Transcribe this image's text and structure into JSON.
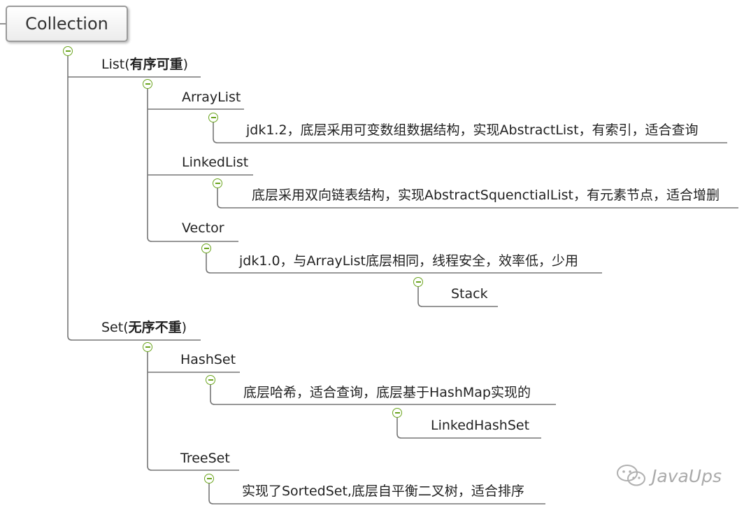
{
  "root": "Collection",
  "nodes": {
    "list": {
      "name": "List(",
      "qualifier": "有序可重",
      "close": ")"
    },
    "arraylist": "ArrayList",
    "arraylist_desc": "jdk1.2，底层采用可变数组数据结构，实现AbstractList，有索引，适合查询",
    "linkedlist": "LinkedList",
    "linkedlist_desc": "底层采用双向链表结构，实现AbstractSquenctialList，有元素节点，适合增删",
    "vector": "Vector",
    "vector_desc": "jdk1.0，与ArrayList底层相同，线程安全，效率低，少用",
    "stack": "Stack",
    "set": {
      "name": "Set(",
      "qualifier": "无序不重",
      "close": ")"
    },
    "hashset": "HashSet",
    "hashset_desc": "底层哈希，适合查询，底层基于HashMap实现的",
    "linkedhashset": "LinkedHashSet",
    "treeset": "TreeSet",
    "treeset_desc": "实现了SortedSet,底层自平衡二叉树，适合排序"
  },
  "watermark": {
    "text": "JavaUps",
    "icon": "wechat-icon"
  },
  "colors": {
    "line": "#777777",
    "toggle": "#6aa41d",
    "root_border": "#9a9a9a"
  }
}
